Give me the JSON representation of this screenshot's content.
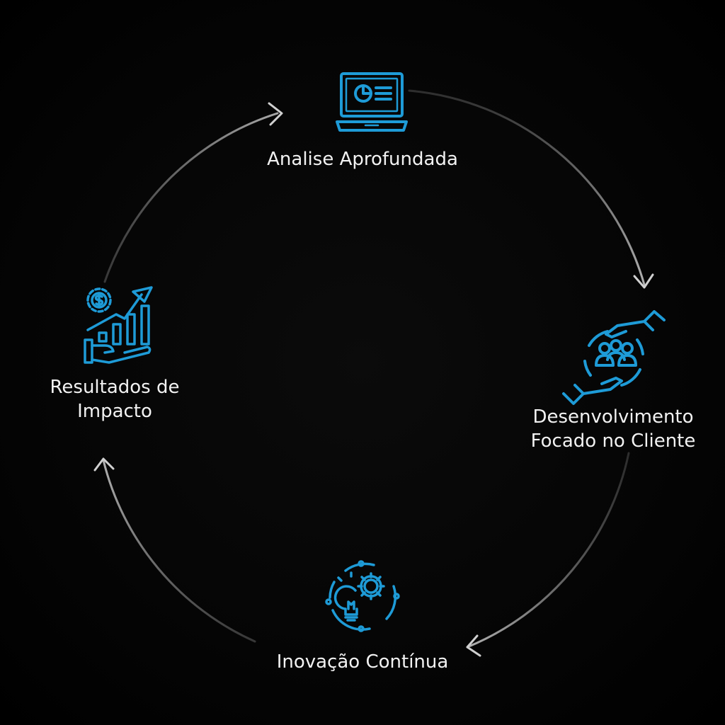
{
  "nodes": {
    "top": {
      "label": "Analise Aprofundada",
      "icon": "laptop-chart-icon"
    },
    "right": {
      "line1": "Desenvolvimento",
      "line2": "Focado no Cliente",
      "icon": "hands-people-icon"
    },
    "bottom": {
      "label": "Inovação Contínua",
      "icon": "lightbulb-gear-icon"
    },
    "left": {
      "line1": "Resultados de",
      "line2": "Impacto",
      "icon": "growth-chart-hand-icon"
    }
  },
  "colors": {
    "background": "#000000",
    "icon": "#1e9bd7",
    "arrow": "#bdbdbd",
    "text": "#f2f2f2"
  }
}
